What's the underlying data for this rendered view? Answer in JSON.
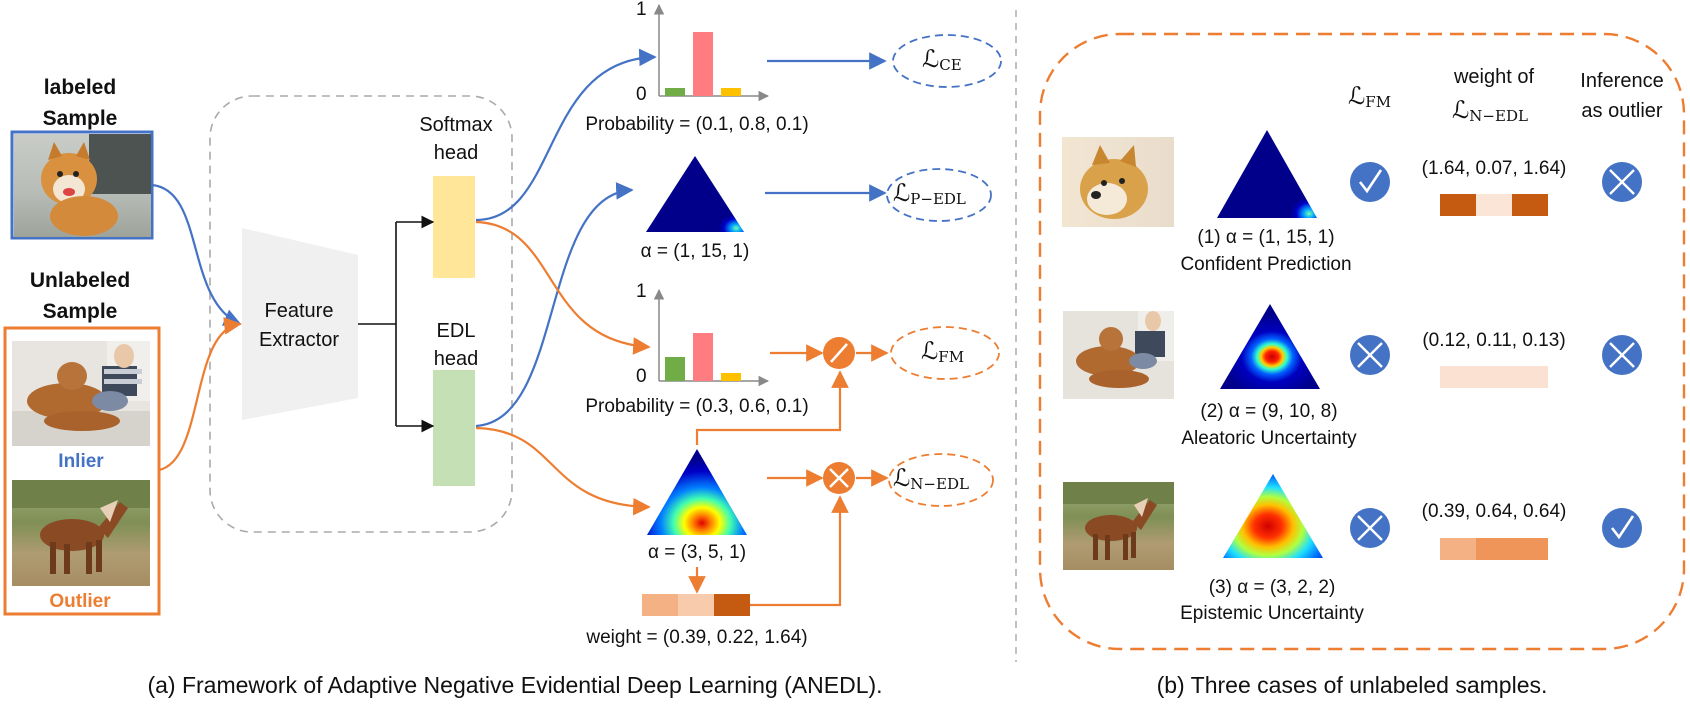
{
  "left": {
    "labeled_title": "labeled\nSample",
    "unlabeled_title": "Unlabeled\nSample",
    "inlier": "Inlier",
    "outlier": "Outlier",
    "feature_extractor": "Feature\nExtractor",
    "softmax_head": "Softmax\nhead",
    "edl_head": "EDL\nhead",
    "axis_one": "1",
    "axis_zero": "0",
    "prob1": "Probability = (0.1, 0.8, 0.1)",
    "alpha1": "α = (1, 15, 1)",
    "prob2": "Probability = (0.3, 0.6, 0.1)",
    "alpha2": "α = (3, 5, 1)",
    "weight": "weight = (0.39, 0.22, 1.64)",
    "loss_script": "ℒ",
    "loss_ce_sub": "CE",
    "loss_pedl_sub": "P−EDL",
    "loss_fm_sub": "FM",
    "loss_nedl_sub": "N−EDL",
    "caption": "(a) Framework of Adaptive Negative Evidential Deep Learning (ANEDL)."
  },
  "right": {
    "col_fm_sub": "FM",
    "col_weight_title": "weight of",
    "col_weight_sub": "N−EDL",
    "col_infer": "Inference\nas outlier",
    "cases": [
      {
        "alpha": "(1) α = (1, 15, 1)",
        "desc": "Confident Prediction",
        "weights": "(1.64, 0.07, 1.64)",
        "fm": "check",
        "infer": "cross"
      },
      {
        "alpha": "(2) α = (9, 10, 8)",
        "desc": "Aleatoric Uncertainty",
        "weights": "(0.12, 0.11, 0.13)",
        "fm": "cross",
        "infer": "cross"
      },
      {
        "alpha": "(3) α = (3, 2, 2)",
        "desc": "Epistemic Uncertainty",
        "weights": "(0.39, 0.64, 0.64)",
        "fm": "cross",
        "infer": "check"
      }
    ],
    "caption": "(b) Three cases of unlabeled samples."
  },
  "charts": {
    "bar1": {
      "values": [
        0.1,
        0.8,
        0.1
      ],
      "colors": [
        "#70ad47",
        "#ff7c80",
        "#ffc000"
      ],
      "ylim": [
        0,
        1
      ]
    },
    "bar2": {
      "values": [
        0.3,
        0.6,
        0.1
      ],
      "colors": [
        "#70ad47",
        "#ff7c80",
        "#ffc000"
      ],
      "ylim": [
        0,
        1
      ]
    },
    "weight_colors": [
      "#f4b183",
      "#f8cbad",
      "#c55a11"
    ]
  },
  "colors": {
    "blue": "#4472c4",
    "orange": "#ed7d31",
    "navy": "#00008b"
  }
}
